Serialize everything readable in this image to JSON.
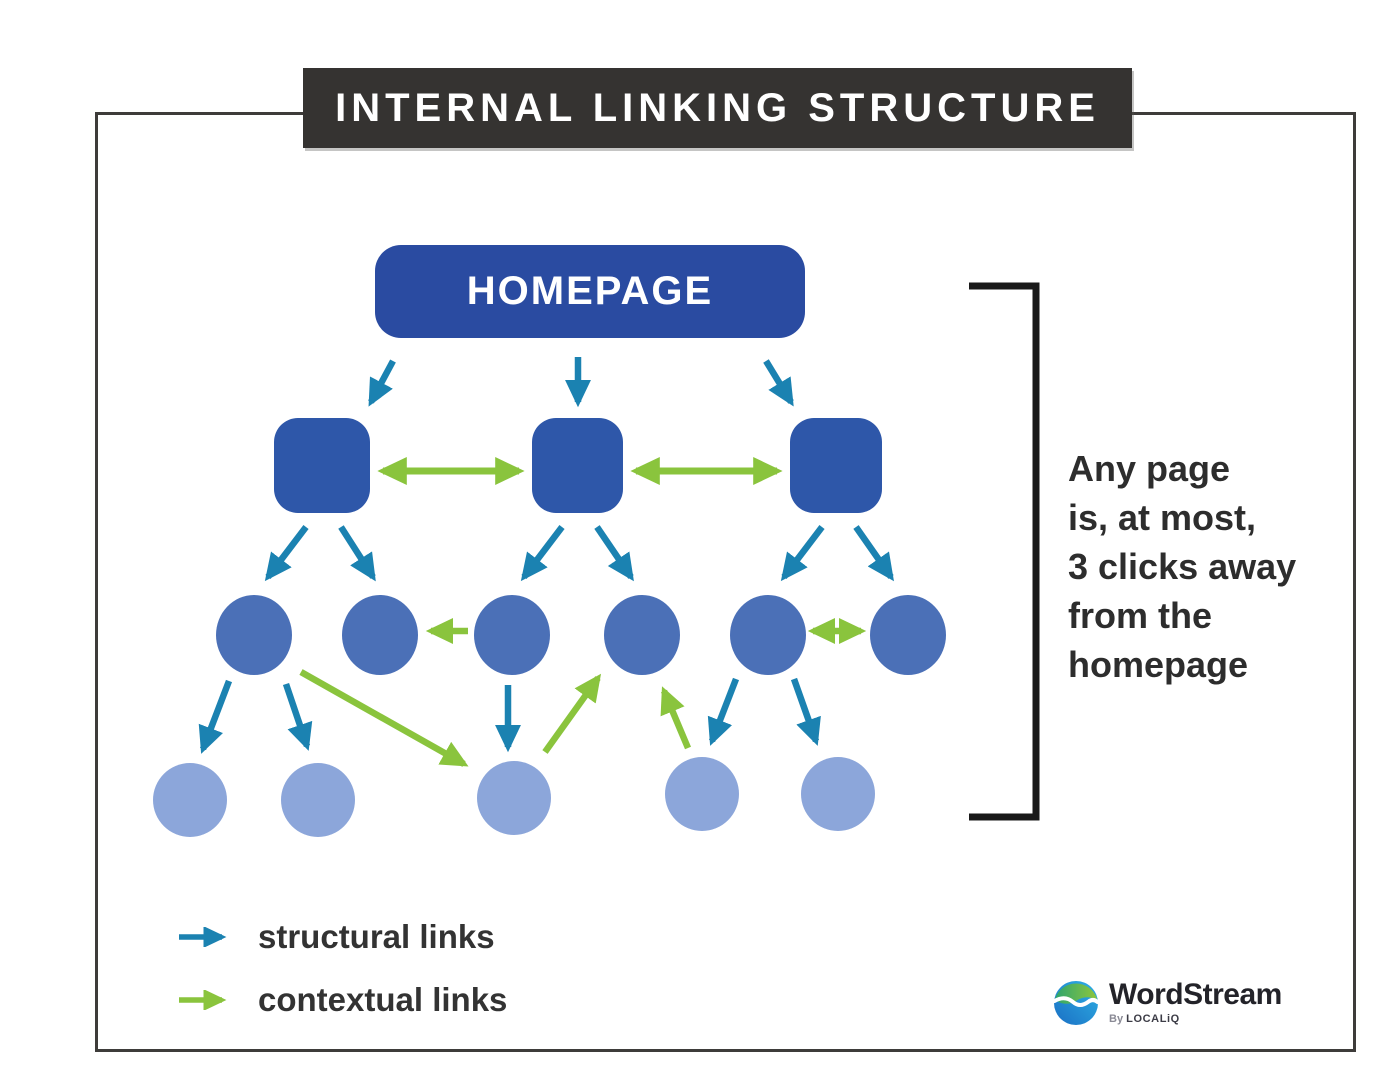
{
  "title": "INTERNAL LINKING STRUCTURE",
  "homepage": {
    "label": "HOMEPAGE"
  },
  "annotation": {
    "lines": [
      "Any page",
      "is, at most,",
      "3 clicks away",
      "from the",
      "homepage"
    ]
  },
  "legend": {
    "structural": "structural links",
    "contextual": "contextual links"
  },
  "logo": {
    "name": "WordStream",
    "by": "By",
    "byline": "LOCALiQ"
  },
  "colors": {
    "banner_bg": "#353331",
    "frame_border": "#3e3c3a",
    "structural_link": "#1b82b1",
    "contextual_link": "#8ac43d",
    "homepage_box": "#2a4ba1",
    "level2_node": "#2e57a9",
    "level3_node": "#4b70b7",
    "level4_node": "#8ca6da",
    "bracket": "#191919",
    "text": "#2d2d2d"
  },
  "diagram": {
    "type": "tree",
    "levels": [
      {
        "level": 1,
        "nodes": 1
      },
      {
        "level": 2,
        "nodes": 3
      },
      {
        "level": 3,
        "nodes": 6
      },
      {
        "level": 4,
        "nodes": 5
      }
    ],
    "link_types": [
      {
        "name": "structural links",
        "color": "#1b82b1"
      },
      {
        "name": "contextual links",
        "color": "#8ac43d"
      }
    ]
  }
}
